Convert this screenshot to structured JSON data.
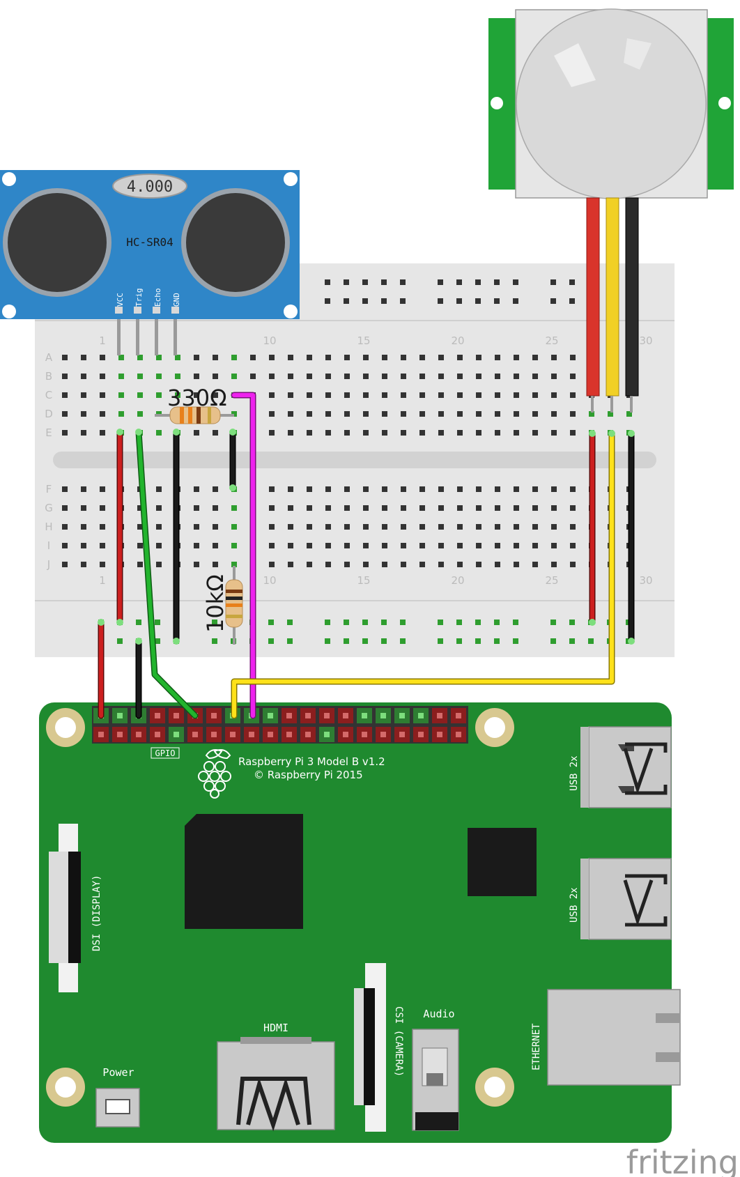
{
  "watermark": "fritzing",
  "breadboard": {
    "column_numbers": [
      "1",
      "10",
      "15",
      "20",
      "25",
      "30"
    ],
    "rows_top": [
      "A",
      "B",
      "C",
      "D",
      "E"
    ],
    "rows_bottom": [
      "F",
      "G",
      "H",
      "I",
      "J"
    ]
  },
  "ultrasonic_sensor": {
    "model": "HC-SR04",
    "crystal": "4.000",
    "pins": [
      "VCC",
      "Trig",
      "Echo",
      "GND"
    ]
  },
  "resistors": {
    "r1": "330Ω",
    "r2": "10kΩ"
  },
  "raspberry_pi": {
    "gpio_label": "GPIO",
    "model_line": "Raspberry Pi 3 Model B v1.2",
    "copyright_line": "© Raspberry Pi 2015",
    "usb_top": "USB 2x",
    "usb_bottom": "USB 2x",
    "display_label": "DSI (DISPLAY)",
    "camera_label": "CSI (CAMERA)",
    "hdmi_label": "HDMI",
    "power_label": "Power",
    "audio_label": "Audio",
    "ethernet_label": "ETHERNET"
  },
  "colors": {
    "pcb_green": "#1f8a2f",
    "sensor_blue": "#2f86c8",
    "breadboard": "#e6e6e6",
    "wire_red": "#cc1f1f",
    "wire_black": "#1a1a1a",
    "wire_green": "#22b42d",
    "wire_yellow": "#ffe11a",
    "wire_magenta": "#ee22ee",
    "pir_wire_yellow": "#f1d025"
  }
}
